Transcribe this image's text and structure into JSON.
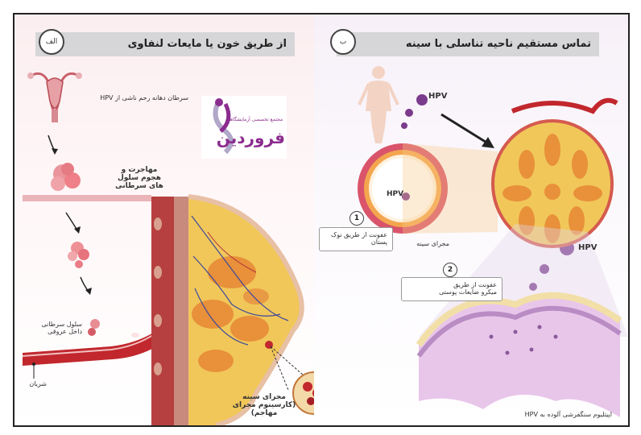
{
  "left_panel": {
    "badge": "الف",
    "title": "از طریق خون یا مایعات لنفاوی",
    "labels": {
      "cervical_cancer": "سرطان دهانه رحم ناشی از HPV",
      "migration": "مهاجرت و هجوم سلول های سرطانی",
      "intravascular": "سلول سرطانی داخل عروقی",
      "artery": "شریان",
      "ductal": "مجرای سینه (کارسینوم مجرای مهاجم)"
    }
  },
  "right_panel": {
    "badge": "ب",
    "title": "تماس مستقیم ناحیه تناسلی با سینه",
    "hpv_label": "HPV",
    "duct_label": "مجرای سینه",
    "route1": {
      "number": "1",
      "text": "عفونت از طریق نوک پستان"
    },
    "route2": {
      "number": "2",
      "text_line1": "عفونت از طریق",
      "text_line2": "میکرو ضایعات پوستی"
    },
    "epithelium_label": "اپیتلیوم سنگفرشی آلوده به HPV"
  },
  "logo": {
    "line1": "مجتمع تخصصی آزمایشگاهی",
    "line2": "فروردین",
    "color_primary": "#8b2c8f"
  },
  "colors": {
    "tissue_red": "#b8303a",
    "fat_yellow": "#f1c75a",
    "gland_orange": "#e8903a",
    "virus_purple": "#7b3b8c"
  }
}
